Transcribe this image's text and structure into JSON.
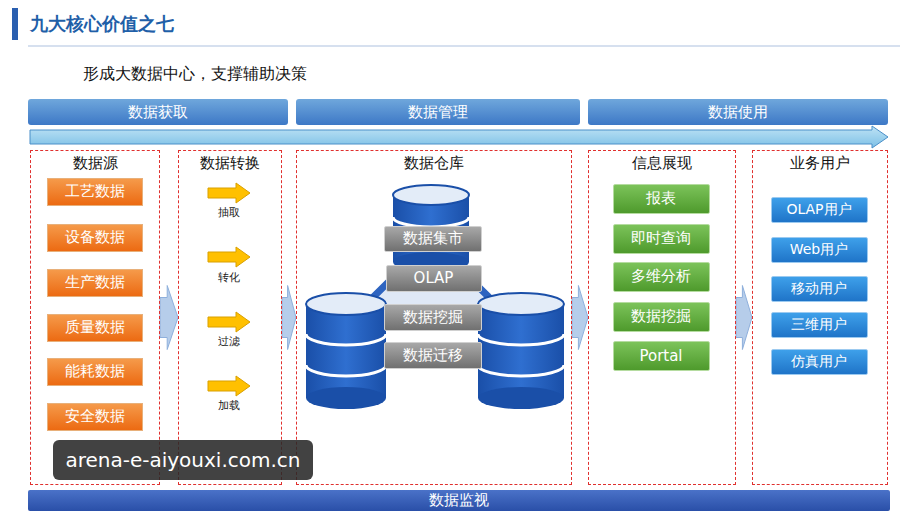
{
  "diagram": {
    "title": "九大核心价值之七",
    "nodes": [
      {
        "text": [
          "数据获取"
        ]
      },
      {
        "text": [
          "数据管理"
        ]
      },
      {
        "text": [
          "数据使用"
        ]
      },
      {
        "text": [
          "数据源"
        ]
      },
      {
        "text": [
          "工艺数据"
        ],
        "in": 3
      },
      {
        "text": [
          "设备数据"
        ],
        "in": 3
      },
      {
        "text": [
          "生产数据"
        ],
        "in": 3
      },
      {
        "text": [
          "质量数据"
        ],
        "in": 3
      },
      {
        "text": [
          "能耗数据"
        ],
        "in": 3
      },
      {
        "text": [
          "安全数据"
        ],
        "in": 3
      },
      {
        "text": [
          "数据转换"
        ]
      },
      {
        "text": [
          "数据仓库"
        ]
      },
      {
        "text": [
          "数据集市"
        ],
        "in": 11
      },
      {
        "text": [
          "OLAP"
        ],
        "in": 11
      },
      {
        "text": [
          "数据挖掘"
        ],
        "in": 11
      },
      {
        "text": [
          "数据迁移"
        ],
        "in": 11
      },
      {
        "text": [
          "信息展现"
        ]
      },
      {
        "text": [
          "报表"
        ],
        "in": 16
      },
      {
        "text": [
          "即时查询"
        ],
        "in": 16
      },
      {
        "text": [
          "多维分析"
        ],
        "in": 16
      },
      {
        "text": [
          "数据挖掘"
        ],
        "in": 16
      },
      {
        "text": [
          "Portal"
        ],
        "in": 16
      },
      {
        "text": [
          "业务用户"
        ]
      },
      {
        "text": [
          "OLAP用户"
        ],
        "in": 22
      },
      {
        "text": [
          "Web用户"
        ],
        "in": 22
      },
      {
        "text": [
          "移动用户"
        ],
        "in": 22
      },
      {
        "text": [
          "三维用户"
        ],
        "in": 22
      },
      {
        "text": [
          "仿真用户"
        ],
        "in": 22
      },
      {
        "text": [
          "数据监视"
        ]
      }
    ],
    "edges": [
      {
        "from": 3,
        "to": 10,
        "arrow": "to"
      },
      {
        "from": 10,
        "to": 11,
        "arrow": "to"
      },
      {
        "from": 11,
        "to": 16,
        "arrow": "to"
      },
      {
        "from": 16,
        "to": 22,
        "arrow": "to"
      }
    ],
    "labels": [
      "形成大数据中心，支撑辅助决策",
      "抽取",
      "转化",
      "过滤",
      "加载",
      "arena-e-aiyouxi.com.cn"
    ]
  }
}
